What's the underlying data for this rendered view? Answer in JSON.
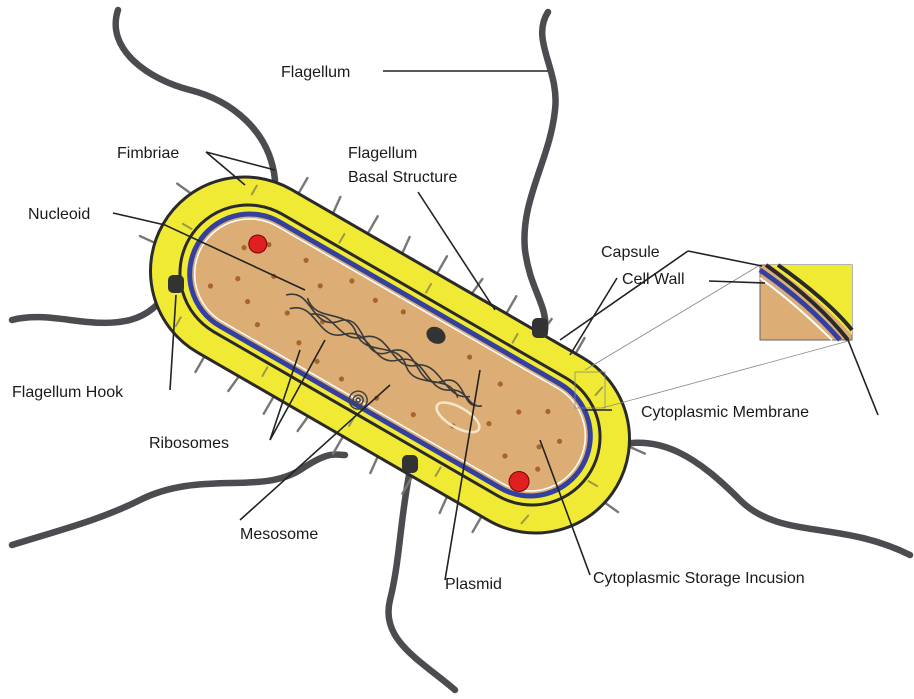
{
  "labels": {
    "flagellum": "Flagellum",
    "fimbriae": "Fimbriae",
    "basal_line1": "Flagellum",
    "basal_line2": "Basal Structure",
    "nucleoid": "Nucleoid",
    "capsule": "Capsule",
    "cell_wall": "Cell Wall",
    "flagellum_hook": "Flagellum Hook",
    "cytoplasmic_membrane": "Cytoplasmic Membrane",
    "ribosomes": "Ribosomes",
    "mesosome": "Mesosome",
    "plasmid": "Plasmid",
    "storage_inclusion": "Cytoplasmic Storage Incusion"
  },
  "colors": {
    "capsule": "#f1ea35",
    "cell_wall": "#2a2a2a",
    "membrane": "#3340a0",
    "cytoplasm": "#dcae76",
    "ribosome": "#a8652a",
    "inclusion": "#e02020",
    "flagellum": "#4a4c50"
  }
}
